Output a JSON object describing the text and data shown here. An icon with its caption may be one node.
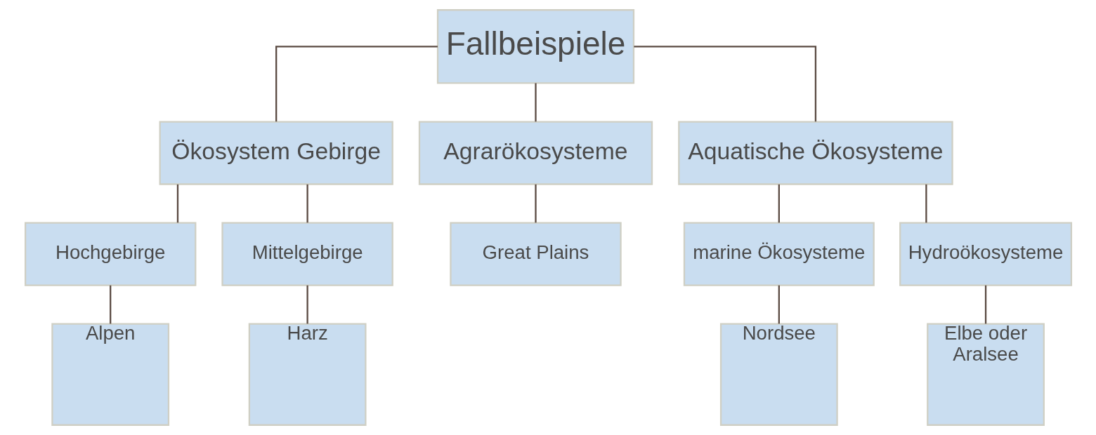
{
  "diagram": {
    "nodes": [
      {
        "text": [
          "Fallbeispiele"
        ]
      },
      {
        "text": [
          "Ökosystem Gebirge"
        ]
      },
      {
        "text": [
          "Agrarökosysteme"
        ]
      },
      {
        "text": [
          "Aquatische Ökosysteme"
        ]
      },
      {
        "text": [
          "Hochgebirge"
        ]
      },
      {
        "text": [
          "Mittelgebirge"
        ]
      },
      {
        "text": [
          "Great Plains"
        ]
      },
      {
        "text": [
          "marine Ökosysteme"
        ]
      },
      {
        "text": [
          "Hydroökosysteme"
        ]
      },
      {
        "text": [
          "Alpen"
        ]
      },
      {
        "text": [
          "Harz"
        ]
      },
      {
        "text": [
          "Nordsee"
        ]
      },
      {
        "text": [
          "Elbe oder Aralsee"
        ]
      }
    ],
    "edges": [
      {
        "from": 0,
        "to": 1,
        "arrow": "none"
      },
      {
        "from": 0,
        "to": 2,
        "arrow": "none"
      },
      {
        "from": 0,
        "to": 3,
        "arrow": "none"
      },
      {
        "from": 1,
        "to": 4,
        "arrow": "none"
      },
      {
        "from": 1,
        "to": 5,
        "arrow": "none"
      },
      {
        "from": 2,
        "to": 6,
        "arrow": "none"
      },
      {
        "from": 3,
        "to": 7,
        "arrow": "none"
      },
      {
        "from": 3,
        "to": 8,
        "arrow": "none"
      },
      {
        "from": 4,
        "to": 9,
        "arrow": "none"
      },
      {
        "from": 5,
        "to": 10,
        "arrow": "none"
      },
      {
        "from": 7,
        "to": 11,
        "arrow": "none"
      },
      {
        "from": 8,
        "to": 12,
        "arrow": "none"
      }
    ]
  }
}
